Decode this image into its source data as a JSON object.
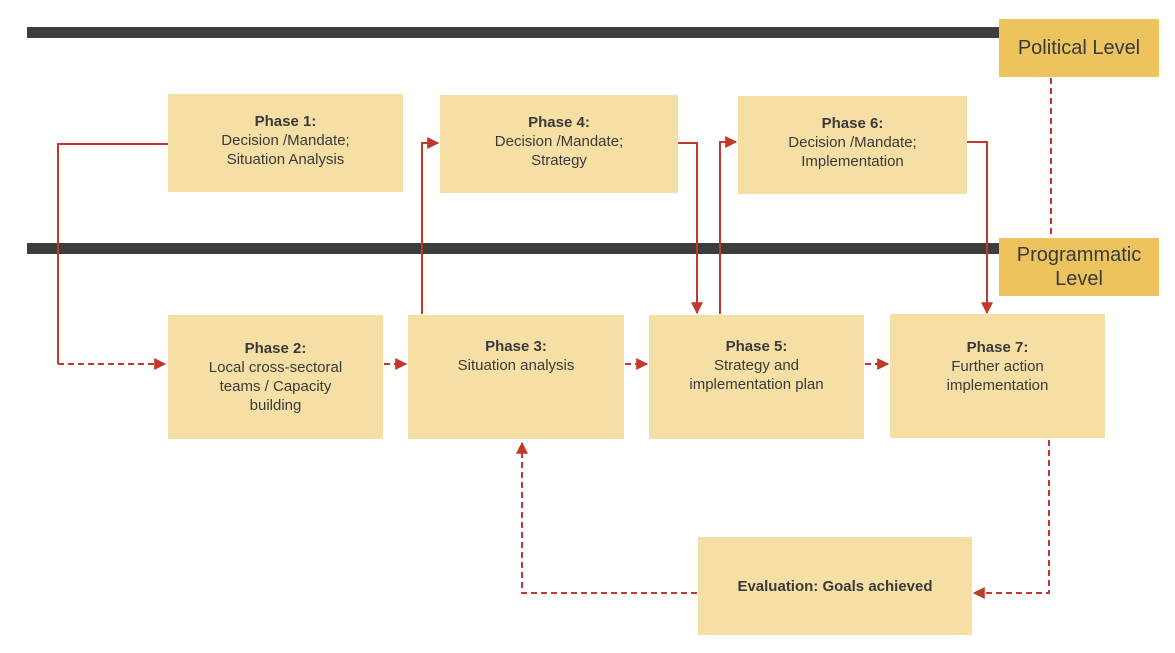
{
  "levels": {
    "political": "Political Level",
    "programmatic": "Programmatic\nLevel"
  },
  "phases": {
    "p1": {
      "title": "Phase 1:",
      "body": "Decision /Mandate;\nSituation Analysis"
    },
    "p2": {
      "title": "Phase 2:",
      "body": "Local cross-sectoral\nteams /  Capacity\nbuilding"
    },
    "p3": {
      "title": "Phase 3:",
      "body": "Situation analysis"
    },
    "p4": {
      "title": "Phase 4:",
      "body": "Decision /Mandate;\nStrategy"
    },
    "p5": {
      "title": "Phase 5:",
      "body": "Strategy and\nimplementation plan"
    },
    "p6": {
      "title": "Phase 6:",
      "body": "Decision /Mandate;\nImplementation"
    },
    "p7": {
      "title": "Phase 7:",
      "body": "Further action\nimplementation"
    }
  },
  "evaluation": {
    "title": "Evaluation: Goals achieved"
  },
  "colors": {
    "box_fill": "#f5dfa5",
    "level_fill": "#ecc35c",
    "level_bar": "#3d3d3d",
    "arrow": "#c0392b"
  }
}
